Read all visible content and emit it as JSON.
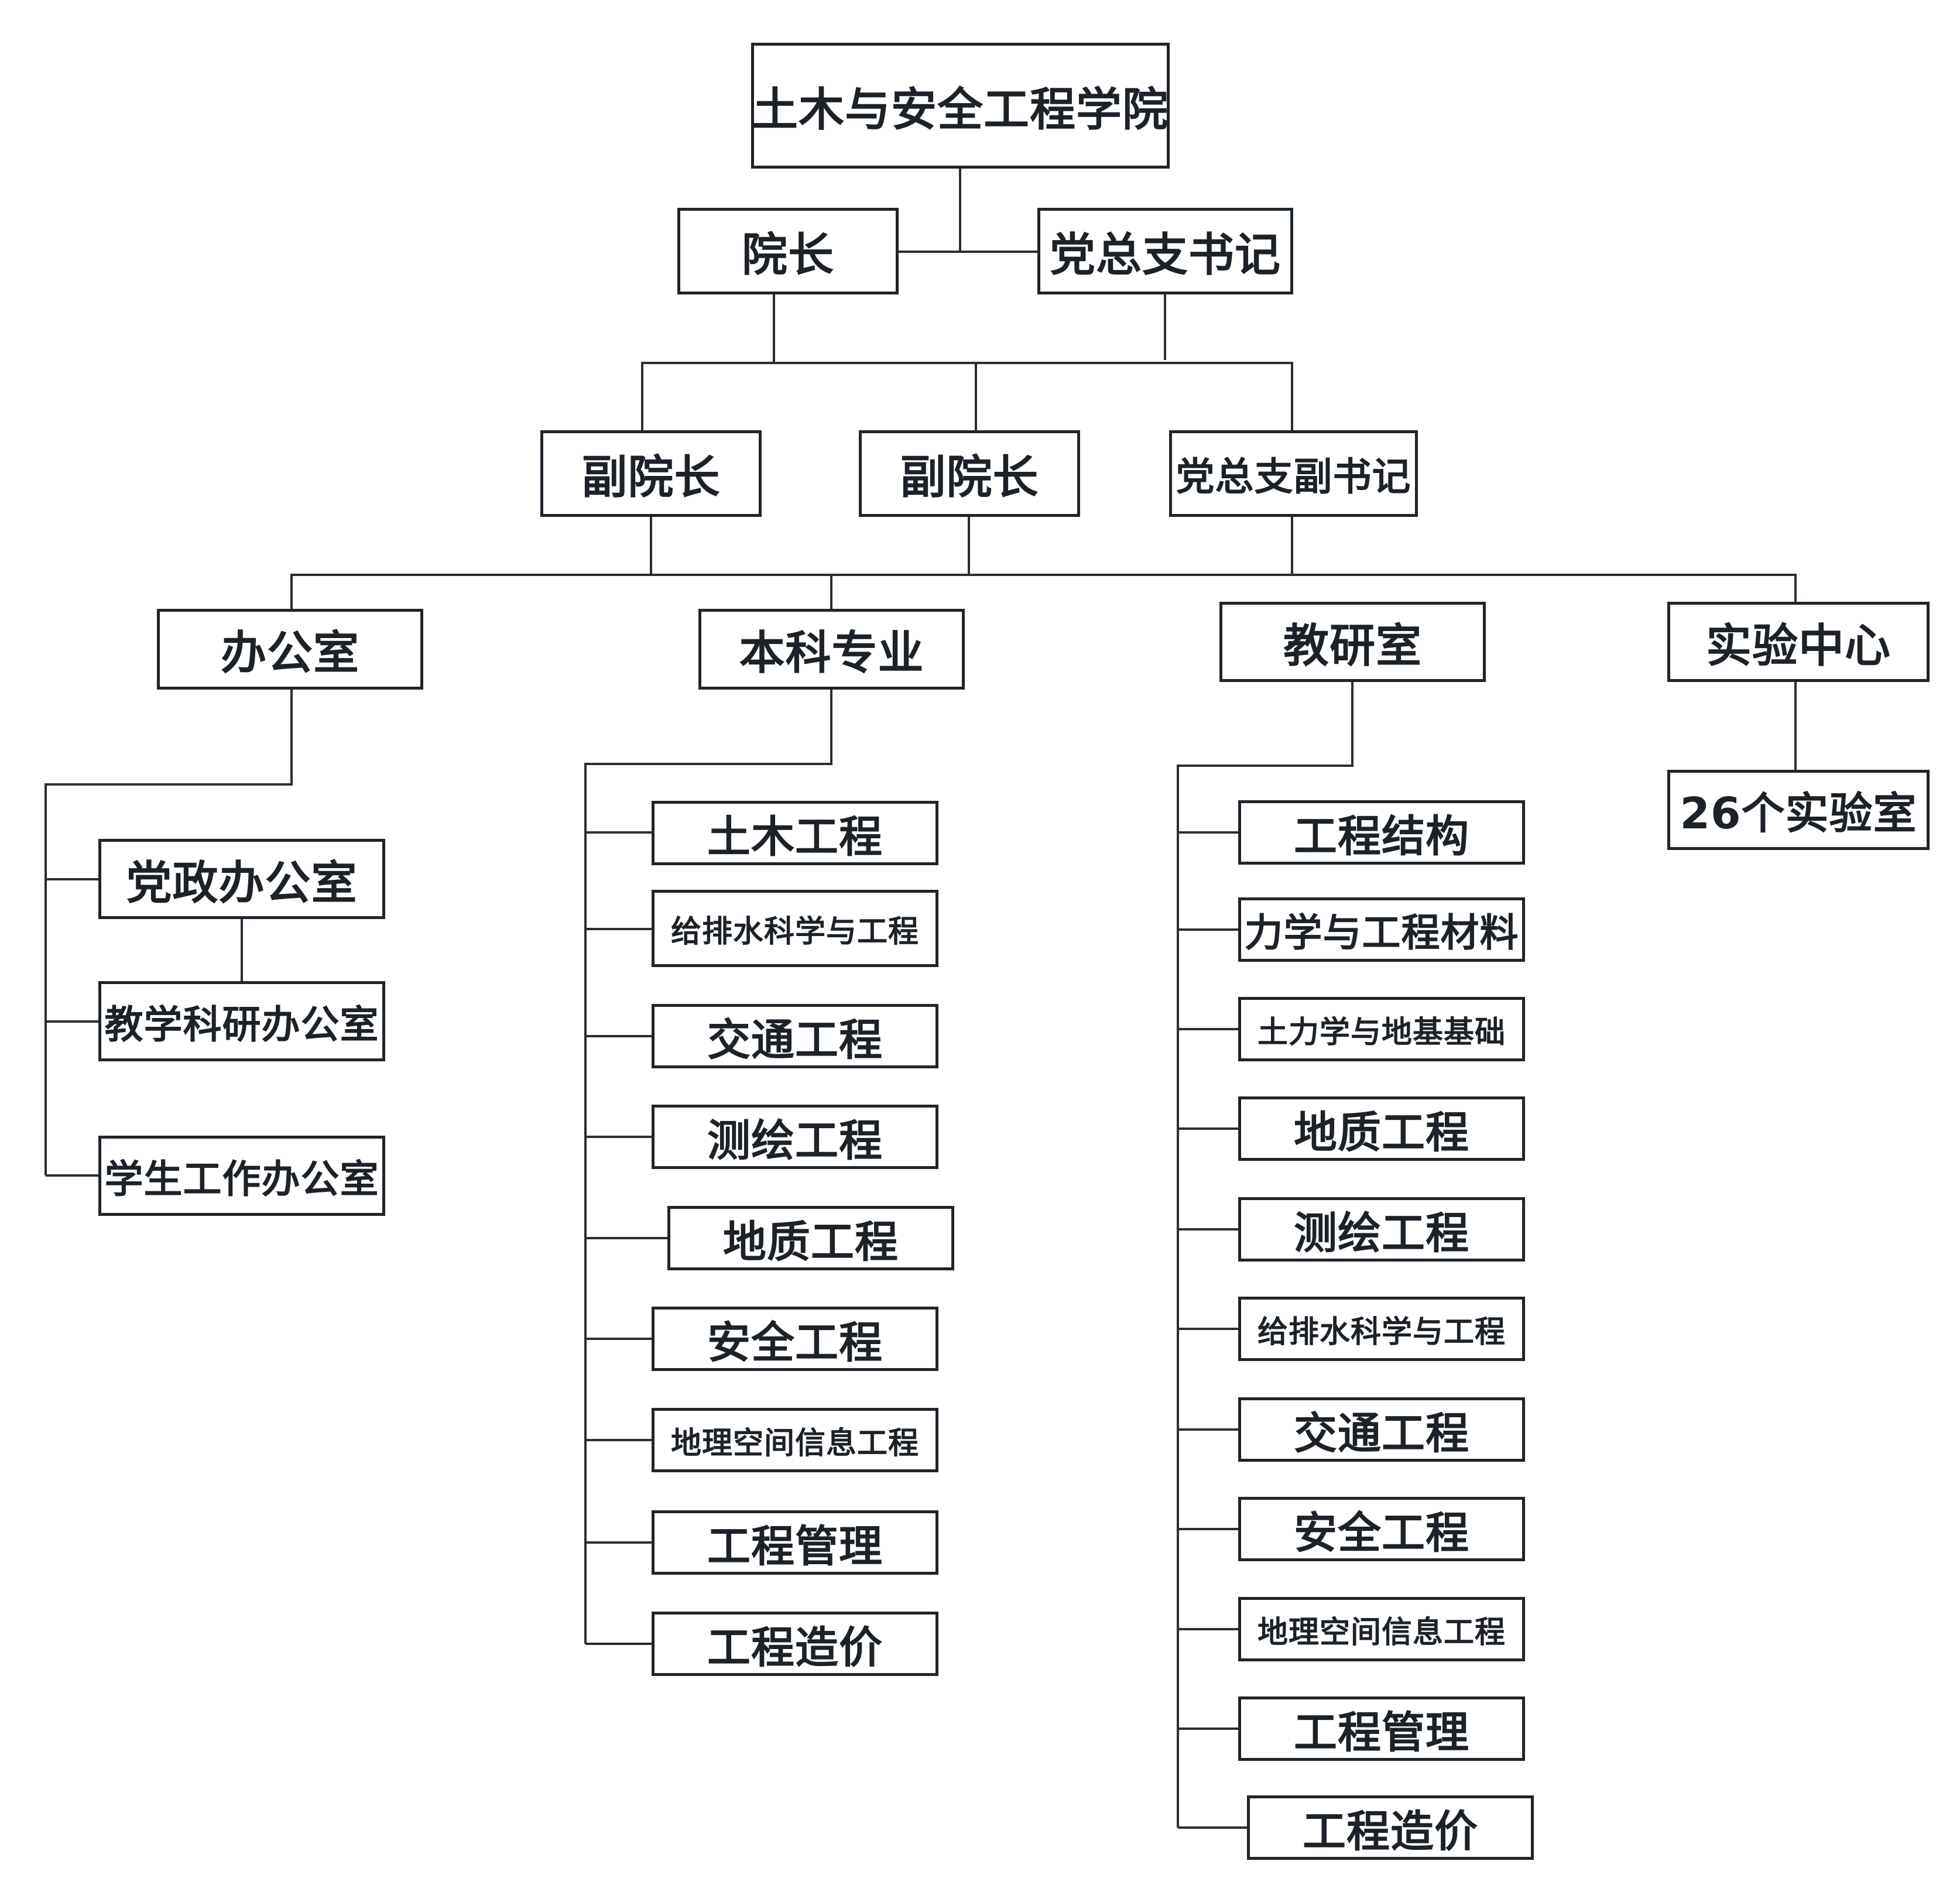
{
  "org": {
    "root": "土木与安全工程学院",
    "dean": "院长",
    "secretary": "党总支书记",
    "vice_dean_1": "副院长",
    "vice_dean_2": "副院长",
    "vice_secretary": "党总支副书记",
    "office": {
      "title": "办公室",
      "items": [
        "党政办公室",
        "教学科研办公室",
        "学生工作办公室"
      ]
    },
    "undergrad": {
      "title": "本科专业",
      "items": [
        "土木工程",
        "给排水科学与工程",
        "交通工程",
        "测绘工程",
        "地质工程",
        "安全工程",
        "地理空间信息工程",
        "工程管理",
        "工程造价"
      ]
    },
    "teaching": {
      "title": "教研室",
      "items": [
        "工程结构",
        "力学与工程材料",
        "土力学与地基基础",
        "地质工程",
        "测绘工程",
        "给排水科学与工程",
        "交通工程",
        "安全工程",
        "地理空间信息工程",
        "工程管理",
        "工程造价"
      ]
    },
    "lab": {
      "title": "实验中心",
      "items": [
        "26个实验室"
      ]
    }
  },
  "colors": {
    "line": "#2a2f33",
    "border": "#1e252b",
    "text": "#1c2228"
  }
}
